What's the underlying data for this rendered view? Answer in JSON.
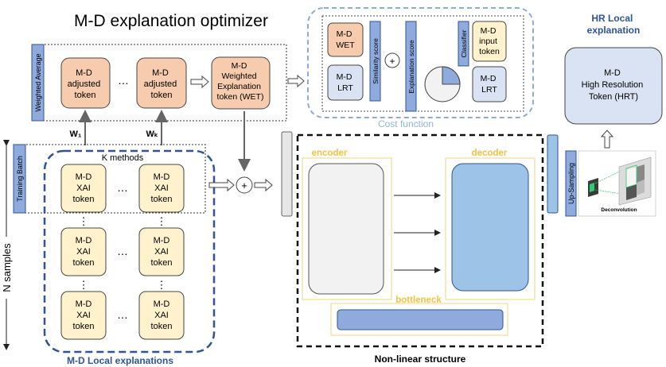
{
  "title": "M-D explanation optimizer",
  "n_samples": "N samples",
  "k_methods": "K methods",
  "training_batch": "Training Batch",
  "weighted_average": "Weighted Average",
  "weights": {
    "w1": "W₁",
    "wk": "Wₖ"
  },
  "ellipsis": "…",
  "vdots": "⋮",
  "plus": "+",
  "adjusted_token": [
    "M-D",
    "adjusted",
    "token"
  ],
  "wet_token": [
    "M-D",
    "Weighted",
    "Explanation",
    "token (WET)"
  ],
  "xai_token": [
    "M-D",
    "XAI",
    "token"
  ],
  "local_explanations_label": "M-D Local explanations",
  "cost_function": {
    "label": "Cost function",
    "wet": [
      "M-D",
      "WET"
    ],
    "lrt_left": [
      "M-D",
      "LRT"
    ],
    "similarity_score": "Similarity  score",
    "explanation_score": "Explanation score",
    "classifier": "Classifier",
    "input_token": [
      "M-D",
      "input",
      "token"
    ],
    "lrt_right": [
      "M-D",
      "LRT"
    ],
    "pie_fraction": 0.25
  },
  "non_linear": {
    "label": "Non-linear structure",
    "encoder": "encoder",
    "decoder": "decoder",
    "bottleneck": "bottleneck"
  },
  "up_sampling": "Up-Sampling",
  "deconvolution": "Deconvolution",
  "hr_title": [
    "HR Local",
    "explanation"
  ],
  "hrt_token": [
    "M-D",
    "High Resolution",
    "Token (HRT)"
  ],
  "colors": {
    "orange_fill": "#f7cbad",
    "yellow_fill": "#fff2cc",
    "blue_light": "#dae3f3",
    "blue_mid": "#9dc3e6",
    "blue_dark": "#2f5597",
    "border_dark": "#444444",
    "bar_fill": "#8faadc",
    "title_blue": "#2e5597",
    "cost_label": "#8fb4e3",
    "section_yellow": "#f5c242"
  }
}
